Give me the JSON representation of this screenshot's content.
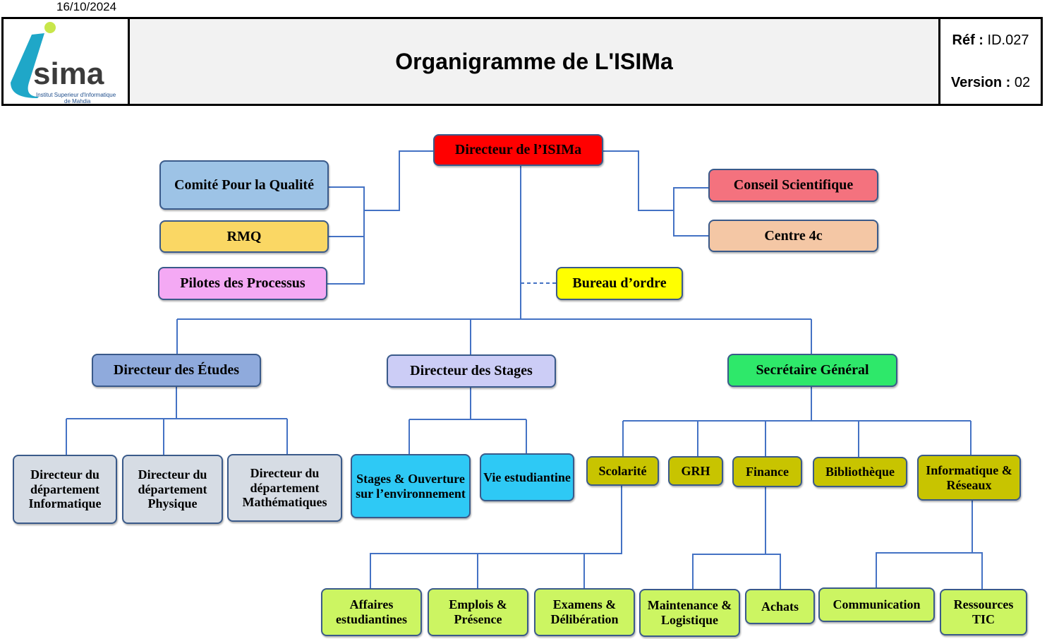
{
  "header": {
    "date": "16/10/2024",
    "title": "Organigramme de L'ISIMa",
    "ref_label": "Réf :",
    "ref_value": "ID.027",
    "version_label": "Version :",
    "version_value": "02",
    "logo": {
      "text": "sima",
      "subtitle": "Institut Superieur d'Informatique de Mahdia"
    }
  },
  "colors": {
    "line": "#4472c4"
  },
  "nodes": {
    "directeur": "Directeur de l’ISIMa",
    "comite": "Comité Pour la Qualité",
    "rmq": "RMQ",
    "pilotes": "Pilotes des Processus",
    "conseil": "Conseil Scientifique",
    "centre": "Centre 4c",
    "bureau": "Bureau d’ordre",
    "etudes": "Directeur des Études",
    "stages": "Directeur des Stages",
    "sg": "Secrétaire Général",
    "dep_info": "Directeur du département Informatique",
    "dep_phys": "Directeur du département Physique",
    "dep_math": "Directeur du département Mathématiques",
    "stages_ouv": "Stages & Ouverture sur l’environnement",
    "vie": "Vie estudiantine",
    "scolarite": "Scolarité",
    "grh": "GRH",
    "finance": "Finance",
    "biblio": "Bibliothèque",
    "info_res": "Informatique & Réseaux",
    "affaires": "Affaires estudiantines",
    "emplois": "Emplois & Présence",
    "examens": "Examens & Délibération",
    "maint": "Maintenance & Logistique",
    "achats": "Achats",
    "comm": "Communication",
    "ress": "Ressources TIC"
  }
}
